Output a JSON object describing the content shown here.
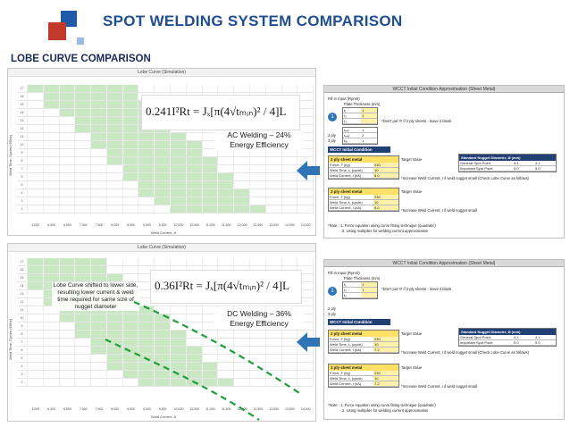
{
  "header": {
    "title": "SPOT WELDING SYSTEM COMPARISON"
  },
  "section": {
    "title": "LOBE CURVE COMPARISON"
  },
  "colors": {
    "accent_red": "#c0392b",
    "accent_blue": "#1f5aa6",
    "green_cell": "#c9e7c3",
    "curve": "#1e9e3a",
    "arrow_blue": "#2f75b5"
  },
  "ac_chart": {
    "panel_title": "Lobe Curve (Simulation)",
    "formula": "0.241I²Rt = Jₓ[π(4√tₘᵢₙ)² / 4]L",
    "label": "AC Welding – 24% Energy Efficiency",
    "ylabel": "Weld Time, Cycles (60Hz)",
    "xlabel": "Weld Current, A",
    "x_ticks": [
      "5,000",
      "6,000",
      "6,500",
      "7,000",
      "7,500",
      "8,000",
      "8,500",
      "9,000",
      "9,500",
      "10,000",
      "10,500",
      "11,000",
      "11,500",
      "12,000",
      "12,500",
      "13,000",
      "13,500",
      "14,000"
    ],
    "y_ticks": [
      "17",
      "16",
      "15",
      "14",
      "13",
      "12",
      "11",
      "10",
      "9",
      "8",
      "7",
      "6",
      "5",
      "4",
      "3",
      "2"
    ]
  },
  "dc_chart": {
    "panel_title": "Lobe Curve (Simulation)",
    "formula": "0.36I²Rt = Jₓ[π(4√tₘᵢₙ)² / 4]L",
    "label": "DC Welding – 36% Energy Efficiency",
    "note": "Lobe Curve shifted to lower side, resulting lower current & weld time required for same size of nugget diameter",
    "ylabel": "Weld Time, Cycles (60Hz)",
    "xlabel": "Weld Current, A",
    "x_ticks": [
      "5,000",
      "6,000",
      "6,500",
      "7,000",
      "7,500",
      "8,000",
      "8,500",
      "9,000",
      "9,500",
      "10,000",
      "10,500",
      "11,000",
      "11,500",
      "12,000",
      "12,500",
      "13,000",
      "13,500",
      "14,000"
    ],
    "y_ticks": [
      "17",
      "16",
      "15",
      "14",
      "13",
      "12",
      "11",
      "10",
      "9",
      "8",
      "7",
      "6",
      "5",
      "4",
      "3",
      "2"
    ]
  },
  "wcct_top": {
    "title": "WCCT Initial Condition Approximation (Sheet Metal)",
    "fill_label": "Fill In Input (Rpnnt)",
    "plate_label": "Plate Thickness (mm)",
    "t1": "t₁",
    "t2": "t₂",
    "t3": "t₃",
    "v1": "1",
    "v2": "1",
    "dont_put": "*Don't put '0' if 2 ply sheets - leave it blank",
    "tmin": "tₘᵢₙ",
    "tmin_v": "1",
    "tmax": "tₘₐₓ",
    "tmax_v": "2",
    "ply2": "2 ply",
    "ply3": "3 ply",
    "tavg": "tₐᵥ",
    "tavg_v": "1",
    "section": "WCCT Initial Condition",
    "nugget_hdr": "Standard Nugget Diameter, Ø (mm)",
    "general_spot": "General Spot Point",
    "general_v1": "4.1",
    "general_v2": "4.1",
    "important_spot": "Important Spot Point",
    "important_v1": "5.0",
    "important_v2": "5.0",
    "ply_cols": "2 ply   3 ply",
    "t2_hdr": "2 ply sheet metal",
    "target": "Target Value",
    "force": "Force, F (kg)",
    "force_v": "230",
    "weldtime": "Weld Time, tₛ (cycle)",
    "weldtime_v": "10",
    "weldcur": "Weld Current, I (kA)",
    "weldcur_v": "8.0",
    "inc_note1": "*Increase Weld Current, I if weld nugget small (Check Lobe Curve as follows)",
    "t3_hdr": "3 ply sheet metal",
    "force2_v": "230",
    "weldtime2_v": "10",
    "weldcur2_v": "8.0",
    "inc_note2": "*Increase Weld Current, I if weld nugget small",
    "note1": "*Note : 1. Force equation using curve fitting technique (quadratic)",
    "note2": "2. Using multiplier for welding current approximation"
  },
  "wcct_bot": {
    "title": "WCCT Initial Condition Approximation (Sheet Metal)",
    "fill_label": "Fill In Input (Rpnnt)",
    "plate_label": "Plate Thickness (mm)",
    "v1": "1",
    "v2": "1",
    "dont_put": "*Don't put '0' if 2 ply sheets - leave it blank",
    "ply2": "2 ply",
    "ply3": "3 ply",
    "section": "WCCT Initial Condition",
    "nugget_hdr": "Standard Nugget Diameter, Ø (mm)",
    "general_spot": "General Spot Point",
    "general_v1": "4.1",
    "general_v2": "4.1",
    "important_spot": "Important Spot Point",
    "important_v1": "5.0",
    "important_v2": "5.0",
    "t2_hdr": "2 ply sheet metal",
    "target": "Target Value",
    "force": "Force, F (kg)",
    "force_v": "230",
    "weldtime": "Weld Time, tₛ (cycle)",
    "weldtime_v": "10",
    "weldcur": "Weld Current, I (kA)",
    "weldcur_v": "7.2",
    "inc_note1": "*Increase Weld Current, I if weld nugget small (Check Lobe Curve as follows)",
    "t3_hdr": "3 ply sheet metal",
    "force2_v": "230",
    "weldtime2_v": "10",
    "weldcur2_v": "7.2",
    "inc_note2": "*Increase Weld Current, I if weld nugget small",
    "note1": "*Note : 1. Force equation using curve fitting technique (quadratic)",
    "note2": "2. Using multiplier for welding current approximation"
  },
  "markers": {
    "one": "1"
  }
}
